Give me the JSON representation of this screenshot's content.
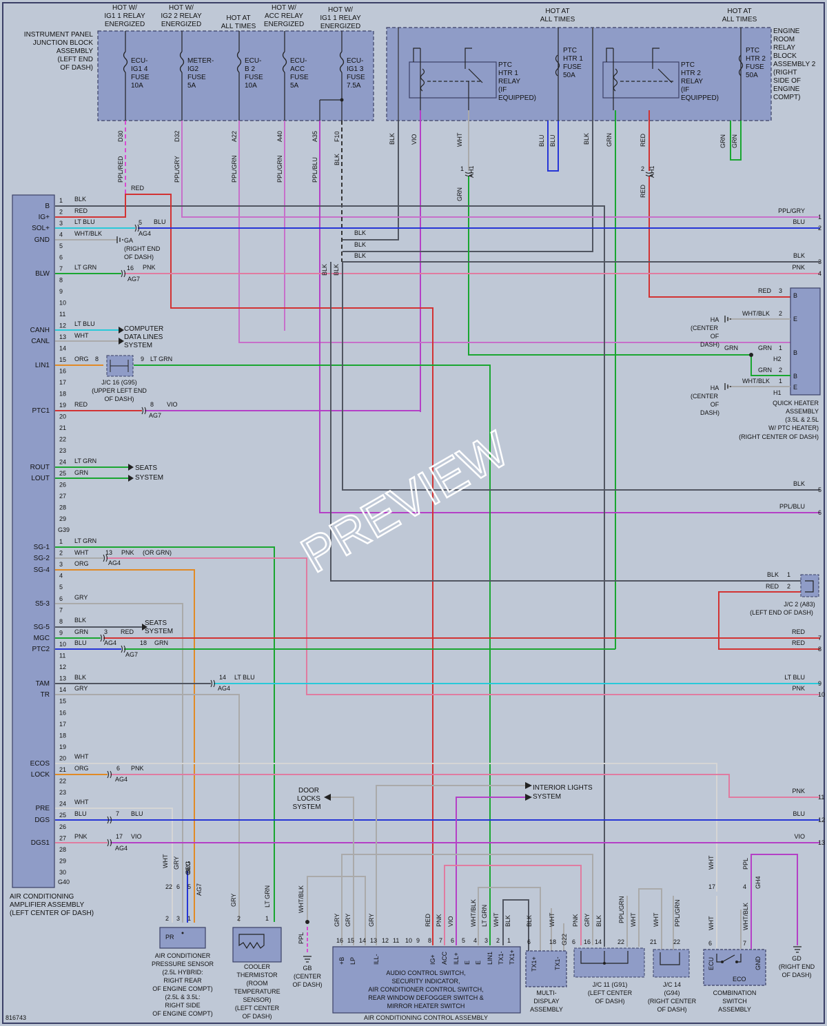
{
  "drawing_id": "816743",
  "watermark": "PREVIEW",
  "components": {
    "ip_jb": [
      "INSTRUMENT PANEL",
      "JUNCTION BLOCK",
      "ASSEMBLY",
      "(LEFT END",
      "OF DASH)"
    ],
    "er_relay": [
      "ENGINE",
      "ROOM",
      "RELAY",
      "BLOCK",
      "ASSEMBLY 2",
      "(RIGHT",
      "SIDE OF",
      "ENGINE",
      "COMPT)"
    ],
    "amp_name": [
      "AIR CONDITIONING",
      "AMPLIFIER ASSEMBLY",
      "(LEFT CENTER OF DASH)"
    ],
    "quick_heater": [
      "QUICK HEATER",
      "ASSEMBLY",
      "(3.5L & 2.5L",
      "W/ PTC HEATER)",
      "(RIGHT CENTER OF DASH)"
    ],
    "pressure_sensor": [
      "AIR CONDITIONER",
      "PRESSURE SENSOR",
      "(2.5L HYBRID:",
      "RIGHT REAR",
      "OF ENGINE COMPT)",
      "(2.5L & 3.5L:",
      "RIGHT SIDE",
      "OF ENGINE COMPT)"
    ],
    "thermistor": [
      "COOLER",
      "THERMISTOR",
      "(ROOM",
      "TEMPERATURE",
      "SENSOR)",
      "(LEFT CENTER",
      "OF DASH)"
    ],
    "control_assy": [
      "AUDIO CONTROL SWITCH,",
      "SECURITY INDICATOR,",
      "AIR CONDITIONER CONTROL SWITCH,",
      "REAR WINDOW DEFOGGER SWITCH &",
      "MIRROR HEATER SWITCH"
    ],
    "control_assy_caption": "AIR CONDITIONING CONTROL ASSEMBLY",
    "multi_display": [
      "MULTI-",
      "DISPLAY",
      "ASSEMBLY"
    ],
    "jc11": [
      "J/C 11 (G91)",
      "(LEFT CENTER",
      "OF DASH)"
    ],
    "jc14": [
      "J/C 14",
      "(G94)",
      "(RIGHT CENTER",
      "OF DASH)"
    ],
    "combo_switch": [
      "COMBINATION",
      "SWITCH",
      "ASSEMBLY"
    ],
    "jc16": [
      "J/C 16 (G95)",
      "(UPPER LEFT END",
      "OF DASH)"
    ],
    "jc2": [
      "J/C 2 (A83)",
      "(LEFT END OF DASH)"
    ],
    "ga": [
      "GA",
      "(RIGHT END",
      "OF DASH)"
    ],
    "gb": [
      "GB",
      "(CENTER",
      "OF DASH)"
    ],
    "gd": [
      "GD",
      "(RIGHT END",
      "OF DASH)"
    ],
    "ha1": [
      "HA",
      "(CENTER",
      "OF",
      "DASH)"
    ],
    "ha2": [
      "HA",
      "(CENTER",
      "OF",
      "DASH)"
    ],
    "computer_data": [
      "COMPUTER",
      "DATA LINES",
      "SYSTEM"
    ],
    "seats1": [
      "SEATS",
      "SYSTEM"
    ],
    "seats2": [
      "SEATS",
      "SYSTEM"
    ],
    "door_locks": [
      "DOOR",
      "LOCKS",
      "SYSTEM"
    ],
    "interior_lights": [
      "INTERIOR LIGHTS",
      "SYSTEM"
    ]
  },
  "hot_labels": [
    [
      "HOT W/",
      "IG1 1 RELAY",
      "ENERGIZED"
    ],
    [
      "HOT W/",
      "IG2 2 RELAY",
      "ENERGIZED"
    ],
    [
      "HOT AT",
      "ALL TIMES"
    ],
    [
      "HOT W/",
      "ACC RELAY",
      "ENERGIZED"
    ],
    [
      "HOT W/",
      "IG1 1 RELAY",
      "ENERGIZED"
    ],
    [
      "HOT AT",
      "ALL TIMES"
    ],
    [
      "HOT AT",
      "ALL TIMES"
    ]
  ],
  "fuses": [
    [
      "ECU-",
      "IG1 4",
      "FUSE",
      "10A"
    ],
    [
      "METER-",
      "IG2",
      "FUSE",
      "5A"
    ],
    [
      "ECU-",
      "B 2",
      "FUSE",
      "10A"
    ],
    [
      "ECU-",
      "ACC",
      "FUSE",
      "5A"
    ],
    [
      "ECU-",
      "IG1 3",
      "FUSE",
      "7.5A"
    ],
    [
      "PTC",
      "HTR 1",
      "FUSE",
      "50A"
    ],
    [
      "PTC",
      "HTR 2",
      "FUSE",
      "50A"
    ]
  ],
  "relays": [
    [
      "PTC",
      "HTR 1",
      "RELAY",
      "(IF",
      "EQUIPPED)"
    ],
    [
      "PTC",
      "HTR 2",
      "RELAY",
      "(IF",
      "EQUIPPED)"
    ]
  ],
  "top_pins": [
    "D30",
    "D32",
    "A22",
    "A40",
    "A35",
    "F10"
  ],
  "top_wire_colors": [
    "PPL/RED",
    "PPL/GRY",
    "PPL/GRN",
    "PPL/GRN",
    "PPL/BLU",
    "BLK",
    "BLK",
    "VIO",
    "WHT",
    "BLU",
    "BLU",
    "BLK",
    "GRN",
    "RED",
    "GRN",
    "GRN"
  ],
  "amp_signals": [
    "B",
    "IG+",
    "SOL+",
    "GND",
    "BLW",
    "CANH",
    "CANL",
    "LIN1",
    "PTC1",
    "ROUT",
    "LOUT",
    "SG-1",
    "SG-2",
    "SG-4",
    "S5-3",
    "SG-5",
    "MGC",
    "PTC2",
    "TAM",
    "TR",
    "ECOS",
    "LOCK",
    "PRE",
    "DGS",
    "DGS1"
  ],
  "conn_labels": [
    "G39",
    "G40"
  ],
  "right_outputs": [
    {
      "n": "1",
      "c": "PPL/GRY"
    },
    {
      "n": "2",
      "c": "BLU"
    },
    {
      "n": "3",
      "c": "BLK"
    },
    {
      "n": "4",
      "c": "PNK"
    },
    {
      "n": "5",
      "c": "BLK"
    },
    {
      "n": "6",
      "c": "PPL/BLU"
    },
    {
      "n": "7",
      "c": "RED"
    },
    {
      "n": "8",
      "c": "RED"
    },
    {
      "n": "9",
      "c": "LT BLU"
    },
    {
      "n": "10",
      "c": "PNK"
    },
    {
      "n": "11",
      "c": "PNK"
    },
    {
      "n": "12",
      "c": "BLU"
    },
    {
      "n": "13",
      "c": "VIO"
    }
  ],
  "wire_texts": [
    "RED",
    "BLK",
    "RED",
    "LT BLU",
    "WHT/BLK",
    "LT GRN",
    "LT BLU",
    "WHT",
    "ORG",
    "RED",
    "LT GRN",
    "GRN",
    "LT GRN",
    "WHT",
    "ORG",
    "GRY",
    "BLK",
    "GRN",
    "BLU",
    "BLK",
    "GRY",
    "WHT",
    "ORG",
    "WHT",
    "BLU",
    "PNK",
    "BLU",
    "PNK",
    "LT GRN",
    "VIO",
    "PNK",
    "(OR GRN)",
    "RED",
    "GRN",
    "LT BLU",
    "PNK",
    "BLU",
    "VIO",
    "(OR GRN)",
    "PNK",
    "BLK",
    "BLK",
    "BLK",
    "BLK",
    "BLK",
    "GRN",
    "RED",
    "RED",
    "WHT/BLK",
    "GRN",
    "GRN",
    "GRN",
    "WHT/BLK",
    "BLK",
    "RED"
  ],
  "splice_labels": [
    "AG4",
    "AG7",
    "AG7",
    "AG7",
    "AG4",
    "AG4",
    "AG7",
    "AG4",
    "AG4",
    "AG4",
    "AG7",
    "AH1",
    "AH1",
    "GH4",
    "G22"
  ],
  "quick_heater_pins": [
    "B",
    "E",
    "B",
    "B",
    "E"
  ],
  "qh_conn_labels": [
    "H2",
    "H1"
  ],
  "bottom_wires": [
    "WHT",
    "GRY",
    "BLU",
    "ORG",
    "GRY",
    "LT GRN",
    "WHT/BLK",
    "PPL",
    "GRY",
    "GRY",
    "GRY",
    "RED",
    "PNK",
    "VIO",
    "WHT/BLK",
    "LT GRN",
    "WHT",
    "BLK",
    "BLK",
    "WHT",
    "PNK",
    "GRY",
    "BLK",
    "PPL/GRN",
    "WHT",
    "WHT",
    "PPL/GRN",
    "WHT",
    "PPL",
    "WHT",
    "WHT/BLK"
  ],
  "bottom_pins": {
    "pressure": [
      "2",
      "3",
      "1"
    ],
    "control": [
      "+B",
      "LP",
      "ILL-",
      "IG+",
      "ACC",
      "ILL+",
      "E",
      "E",
      "LIN1",
      "TX1-",
      "TX1+"
    ],
    "multi": [
      "TX1+",
      "TX1-"
    ],
    "combo": [
      "ECU",
      "ECO",
      "GND"
    ],
    "pr": "PR"
  },
  "colors": {
    "background": "#bfc8d6",
    "component": "#8f9cc7",
    "outline": "#3a3f66"
  }
}
